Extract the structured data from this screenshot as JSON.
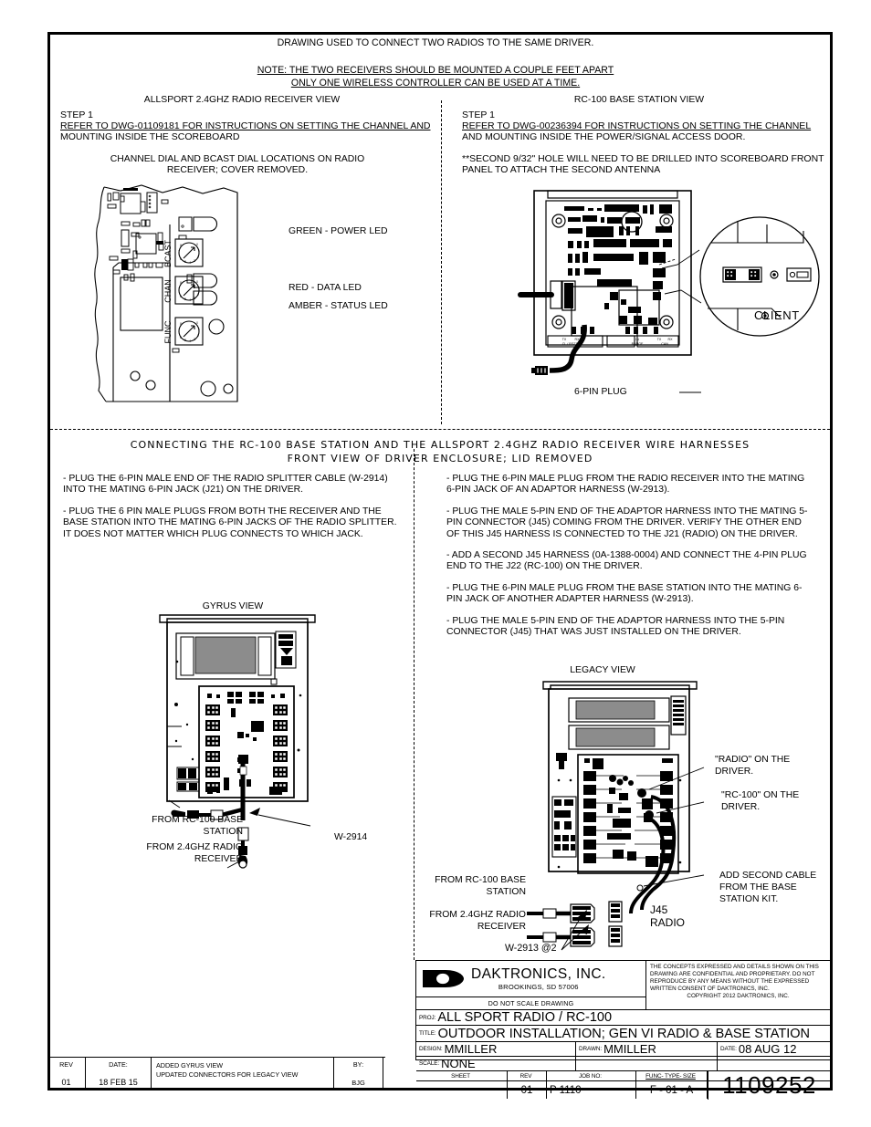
{
  "header": {
    "line1": "DRAWING USED TO CONNECT TWO RADIOS TO THE SAME DRIVER.",
    "note1": "NOTE: THE TWO RECEIVERS SHOULD BE MOUNTED A COUPLE FEET APART",
    "note2": "ONLY ONE WIRELESS CONTROLLER CAN BE USED AT A TIME."
  },
  "left_panel": {
    "view_title": "ALLSPORT 2.4GHZ RADIO RECEIVER VIEW",
    "step_label": "STEP 1",
    "step_text_line1": "REFER TO DWG-01109181 FOR INSTRUCTIONS ON SETTING THE CHANNEL AND",
    "step_text_line2": "MOUNTING INSIDE THE SCOREBOARD",
    "caption_line1": "CHANNEL DIAL AND BCAST DIAL LOCATIONS ON RADIO",
    "caption_line2": "RECEIVER; COVER REMOVED.",
    "dial_bcast": "BCAST",
    "dial_chan": "CHAN",
    "dial_func": "FUNC",
    "led_green": "GREEN - POWER LED",
    "led_red": "RED - DATA LED",
    "led_amber": "AMBER - STATUS LED"
  },
  "right_panel": {
    "view_title": "RC-100 BASE STATION VIEW",
    "step_label": "STEP 1",
    "step_text_line1": "REFER TO DWG-00236394 FOR INSTRUCTIONS ON SETTING THE CHANNEL",
    "step_text_line2": "AND MOUNTING INSIDE THE POWER/SIGNAL ACCESS DOOR.",
    "note_line1": "**SECOND 9/32\" HOLE WILL NEED TO BE DRILLED INTO SCOREBOARD FRONT",
    "note_line2": "PANEL TO ATTACH THE SECOND ANTENNA",
    "client_label": "CLIENT",
    "plug_label": "6-PIN PLUG",
    "board_marks": {
      "tx_rx_1": "TX  RX",
      "cl_rs232": "CL / RS232",
      "in_range": "IN\nRANGE",
      "tx_rx_can": "TX   RX\nCAN"
    }
  },
  "mid_heading": {
    "line1": "CONNECTING THE RC-100 BASE STATION AND THE ALLSPORT 2.4GHZ RADIO RECEIVER WIRE HARNESSES",
    "line2": "FRONT VIEW OF DRIVER ENCLOSURE; LID REMOVED"
  },
  "gyrus": {
    "instructions": [
      "- PLUG THE 6-PIN MALE END OF THE RADIO SPLITTER CABLE (W-2914) INTO THE MATING 6-PIN JACK (J21) ON THE DRIVER.",
      "- PLUG THE 6 PIN MALE PLUGS FROM BOTH THE RECEIVER AND THE BASE STATION INTO THE MATING 6-PIN JACKS OF THE RADIO SPLITTER. IT DOES NOT MATTER WHICH PLUG CONNECTS TO WHICH JACK."
    ],
    "view_title": "GYRUS VIEW",
    "label_base_station_l1": "FROM RC-100 BASE",
    "label_base_station_l2": "STATION",
    "label_radio_l1": "FROM 2.4GHZ RADIO",
    "label_radio_l2": "RECEIVER",
    "label_cable": "W-2914"
  },
  "legacy": {
    "instructions": [
      "- PLUG THE 6-PIN MALE PLUG FROM THE RADIO RECEIVER INTO THE MATING 6-PIN JACK OF AN ADAPTOR HARNESS (W-2913).",
      "- PLUG THE MALE 5-PIN END OF THE ADAPTOR HARNESS INTO THE MATING 5-PIN CONNECTOR (J45) COMING FROM THE DRIVER. VERIFY THE OTHER END OF THIS J45 HARNESS IS CONNECTED TO THE J21 (RADIO) ON THE DRIVER.",
      "- ADD A SECOND J45 HARNESS (0A-1388-0004) AND CONNECT THE 4-PIN PLUG END TO THE J22 (RC-100) ON THE DRIVER.",
      "- PLUG THE 6-PIN MALE PLUG FROM THE BASE STATION INTO THE MATING 6-PIN JACK OF ANOTHER ADAPTER HARNESS (W-2913).",
      "- PLUG THE MALE 5-PIN END OF THE ADAPTOR HARNESS INTO THE 5-PIN CONNECTOR (J45) THAT WAS JUST INSTALLED ON THE DRIVER."
    ],
    "view_title": "LEGACY VIEW",
    "label_radio_driver_l1": "\"RADIO\" ON THE",
    "label_radio_driver_l2": "DRIVER.",
    "label_rc100_driver_l1": "\"RC-100\" ON THE",
    "label_rc100_driver_l2": "DRIVER.",
    "label_add_cable_l1": "ADD SECOND CABLE",
    "label_add_cable_l2": "FROM THE BASE",
    "label_add_cable_l3": "STATION KIT.",
    "label_base_station_l1": "FROM RC-100 BASE",
    "label_base_station_l2": "STATION",
    "label_radio_l1": "FROM 2.4GHZ RADIO",
    "label_radio_l2": "RECEIVER",
    "label_harness": "W-2913 @2",
    "label_j45": "J45",
    "label_radio": "RADIO"
  },
  "titleblock": {
    "company": "DAKTRONICS, INC.",
    "city": "BROOKINGS, SD  57006",
    "do_not_scale": "DO NOT SCALE DRAWING",
    "legal_l1": "THE CONCEPTS EXPRESSED AND DETAILS SHOWN ON THIS",
    "legal_l2": "DRAWING ARE CONFIDENTIAL AND PROPRIETARY.    DO NOT",
    "legal_l3": "REPRODUCE BY ANY MEANS WITHOUT THE EXPRESSED",
    "legal_l4": "WRITTEN CONSENT OF DAKTRONICS, INC.",
    "legal_l5": "COPYRIGHT 2012 DAKTRONICS, INC.",
    "proj_label": "PROJ:",
    "proj_value": "ALL SPORT RADIO / RC-100",
    "title_label": "TITLE:",
    "title_value": "OUTDOOR INSTALLATION; GEN VI RADIO & BASE STATION",
    "design_label": "DESIGN:",
    "design_value": "MMILLER",
    "drawn_label": "DRAWN:",
    "drawn_value": "MMILLER",
    "date_label": "DATE:",
    "date_value": "08 AUG 12",
    "scale_label": "SCALE:",
    "scale_value": "NONE",
    "sheet_label": "SHEET",
    "sheet_value": "",
    "rev_label": "REV",
    "rev_value": "01",
    "jobno_label": "JOB NO:",
    "jobno_value": "P 1110",
    "functype_label": "FUNC- TYPE- SIZE",
    "functype_value": "F - 01 - A",
    "drawing_number": "1109252"
  },
  "revblock": {
    "rev_label": "REV",
    "rev_value": "01",
    "date_label": "DATE:",
    "date_value": "18 FEB 15",
    "desc_l1": "ADDED GYRUS VIEW",
    "desc_l2": "UPDATED CONNECTORS FOR LEGACY VIEW",
    "by_label": "BY:",
    "by_value": "BJG"
  }
}
